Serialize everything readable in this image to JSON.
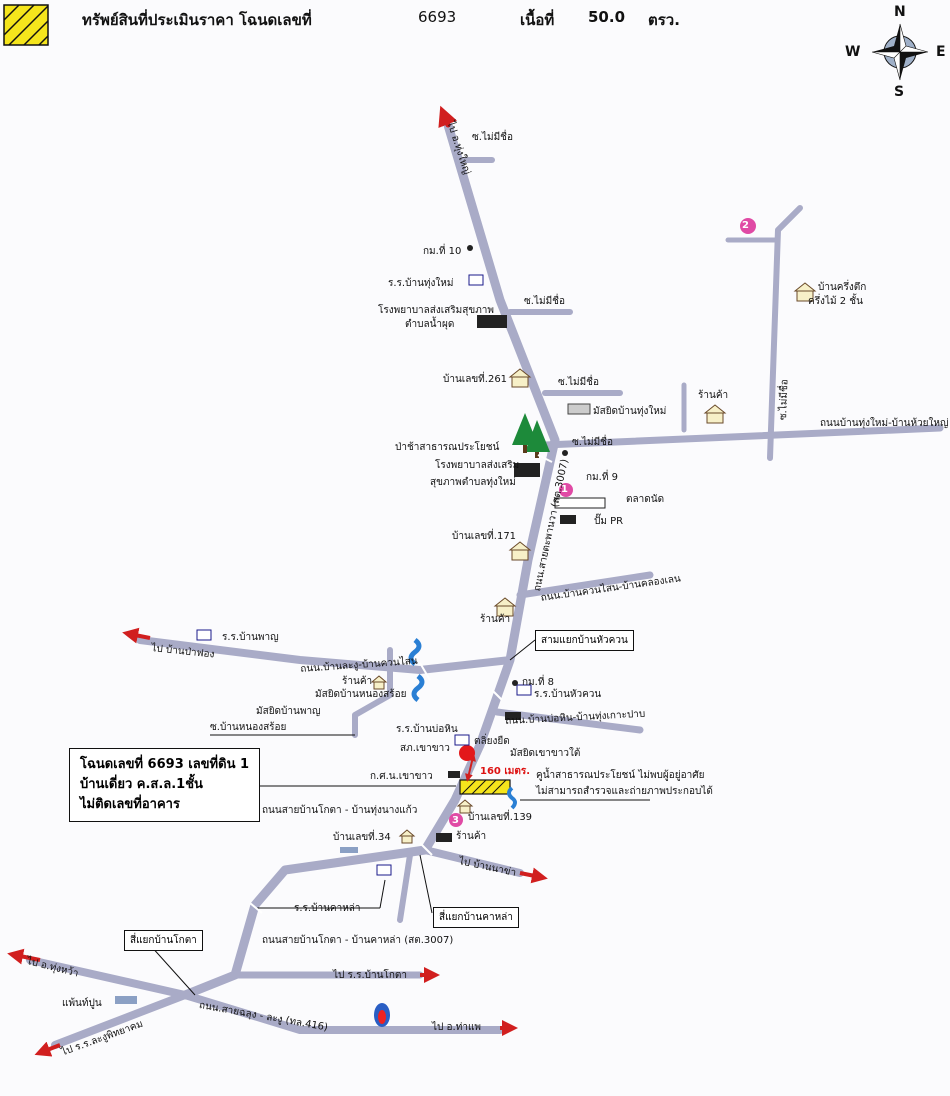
{
  "header": {
    "legend_color": "#f5e51c",
    "title": "ทรัพย์สินที่ประเมินราคา โฉนดเลขที่",
    "deed_number": "6693",
    "area_label": "เนื้อที่",
    "area_value": "50.0",
    "area_unit": "ตรว."
  },
  "compass": {
    "n": "N",
    "s": "S",
    "e": "E",
    "w": "W"
  },
  "caption": {
    "line1": "โฉนดเลขที่ 6693 เลขที่ดิน 1",
    "line2": "บ้านเดี่ยว ค.ส.ล.1ชั้น",
    "line3": "ไม่ติดเลขที่อาคาร"
  },
  "distance": "160 เมตร.",
  "labels": {
    "road_to_top": "ไป อ.ทุ่งใหญ่",
    "soi_1": "ซ.ไม่มีชื่อ",
    "kom_10": "กม.ที่ 10",
    "school_thungmai": "ร.ร.บ้านทุ่งใหม่",
    "soi_2": "ซ.ไม่มีชื่อ",
    "hospital_1a": "โรงพยาบาลส่งเสริมสุขภาพ",
    "hospital_1b": "ตำบลน้ำผุด",
    "house_261": "บ้านเลขที่.261",
    "soi_3": "ซ.ไม่มีชื่อ",
    "mosque_thungmai": "มัสยิดบ้านทุ่งใหม่",
    "shop_1": "ร้านค้า",
    "soi_vertical": "ซ.ไม่มีชื่อ",
    "road_thungmai_huaiyai": "ถนนบ้านทุ่งใหม่-บ้านห้วยใหญ่",
    "house_halfwood_1": "บ้านครึ่งตึก",
    "house_halfwood_2": "ครึ่งไม้ 2 ชั้น",
    "forest": "ป่าช้าสาธารณประโยชน์",
    "soi_4": "ซ.ไม่มีชื่อ",
    "hospital_2a": "โรงพยาบาลส่งเสริม",
    "hospital_2b": "สุขภาพตำบลทุ่งใหม่",
    "kom_9": "กม.ที่ 9",
    "market": "ตลาดนัด",
    "pump": "ปั๊ม PR",
    "house_171": "บ้านเลขที่.171",
    "main_road": "ถนน.สายตะพานวา (สต.3007)",
    "road_khuansai": "ถนน.บ้านควนไสน-บ้านคลองเลน",
    "shop_2": "ร้านค้า",
    "to_bandonpang": "ไป บ้านป่าฟอง",
    "school_phanya": "ร.ร.บ้านพาญ",
    "road_khuan": "ถนน.บ้านละงู-บ้านควนไสน",
    "junction_huakhuan": "สามแยกบ้านหัวควน",
    "shop_3": "ร้านค้า",
    "mosque_nongsoi": "มัสยิดบ้านหนองสร้อย",
    "mosque_phanya": "มัสยิดบ้านพาญ",
    "kom_8": "กม.ที่ 8",
    "school_huakhuan": "ร.ร.บ้านหัวควน",
    "soi_nongsoi": "ซ.บ้านหนองสร้อย",
    "road_bohin": "ถนน.บ้านบ่อหิน-บ้านทุ่งเกาะปาบ",
    "school_bohin": "ร.ร.บ้านบ่อหิน",
    "police": "สภ.เขาขาว",
    "clinic": "ตลิ่ยงยืด",
    "mosque_khaokhao": "มัสยิดเขาขาวใต้",
    "kst": "ก.ศ.น.เขาขาว",
    "canal_1": "คูน้ำสาธารณประโยชน์ ไม่พบผู้อยู่อาศัย",
    "canal_2": "ไม่สามารถสำรวจและถ่ายภาพประกอบได้",
    "road_koka_thung": "ถนนสายบ้านโกตา - บ้านทุ่งนางแก้ว",
    "house_139": "บ้านเลขที่.139",
    "house_34": "บ้านเลขที่.34",
    "shop_4": "ร้านค้า",
    "to_bannakha": "ไป บ้านนาข่า",
    "school_kaola": "ร.ร.บ้านคาหล่า",
    "junction_kaola": "สี่แยกบ้านคาหล่า",
    "junction_koka": "สี่แยกบ้านโกตา",
    "road_koka_kaola": "ถนนสายบ้านโกตา - บ้านคาหล่า (สต.3007)",
    "to_thungwa": "ไป อ.ทุ่งหว้า",
    "to_school_koka": "ไป ร.ร.บ้านโกตา",
    "plant": "แพ้นท์ปูน",
    "road_416": "ถนน.สายฉลุง - ละงู (ทล.416)",
    "to_lagu": "ไป ร.ร.ละงูพิทยาคม",
    "to_thaphae": "ไป อ.ท่าแพ",
    "marker_1": "1",
    "marker_2": "2",
    "marker_3": "3"
  },
  "colors": {
    "road": "#a8aac6",
    "road_edge": "#8c8fb0",
    "arrow": "#d11f1f",
    "marker": "#e04aa5",
    "water": "#2a7fd4",
    "tree": "#1d8a3a"
  }
}
